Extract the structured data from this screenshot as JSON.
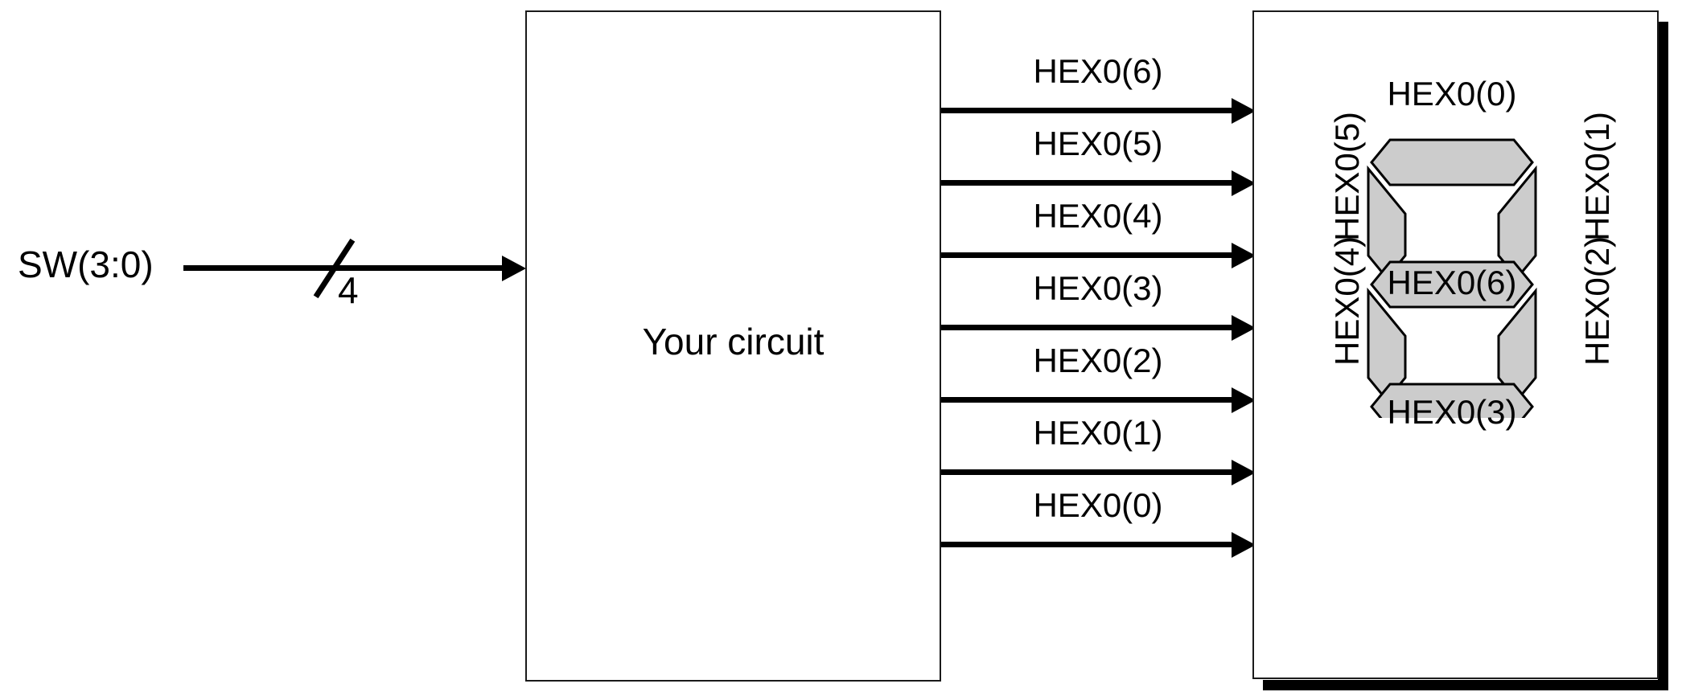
{
  "diagram": {
    "title": "Seven-segment decoder block diagram",
    "input": {
      "signal_label": "SW(3:0)",
      "bus_width_label": "4"
    },
    "circuit_block": {
      "label": "Your circuit"
    },
    "output_signals": [
      {
        "label": "HEX0(6)"
      },
      {
        "label": "HEX0(5)"
      },
      {
        "label": "HEX0(4)"
      },
      {
        "label": "HEX0(3)"
      },
      {
        "label": "HEX0(2)"
      },
      {
        "label": "HEX0(1)"
      },
      {
        "label": "HEX0(0)"
      }
    ],
    "seven_segment": {
      "segments": [
        {
          "position": "top",
          "label": "HEX0(0)"
        },
        {
          "position": "upper-right",
          "label": "HEX0(1)"
        },
        {
          "position": "lower-right",
          "label": "HEX0(2)"
        },
        {
          "position": "bottom",
          "label": "HEX0(3)"
        },
        {
          "position": "lower-left",
          "label": "HEX0(4)"
        },
        {
          "position": "upper-left",
          "label": "HEX0(5)"
        },
        {
          "position": "middle",
          "label": "HEX0(6)"
        }
      ]
    },
    "colors": {
      "segment_fill": "#cccccc",
      "stroke": "#000000",
      "background": "#ffffff"
    }
  }
}
